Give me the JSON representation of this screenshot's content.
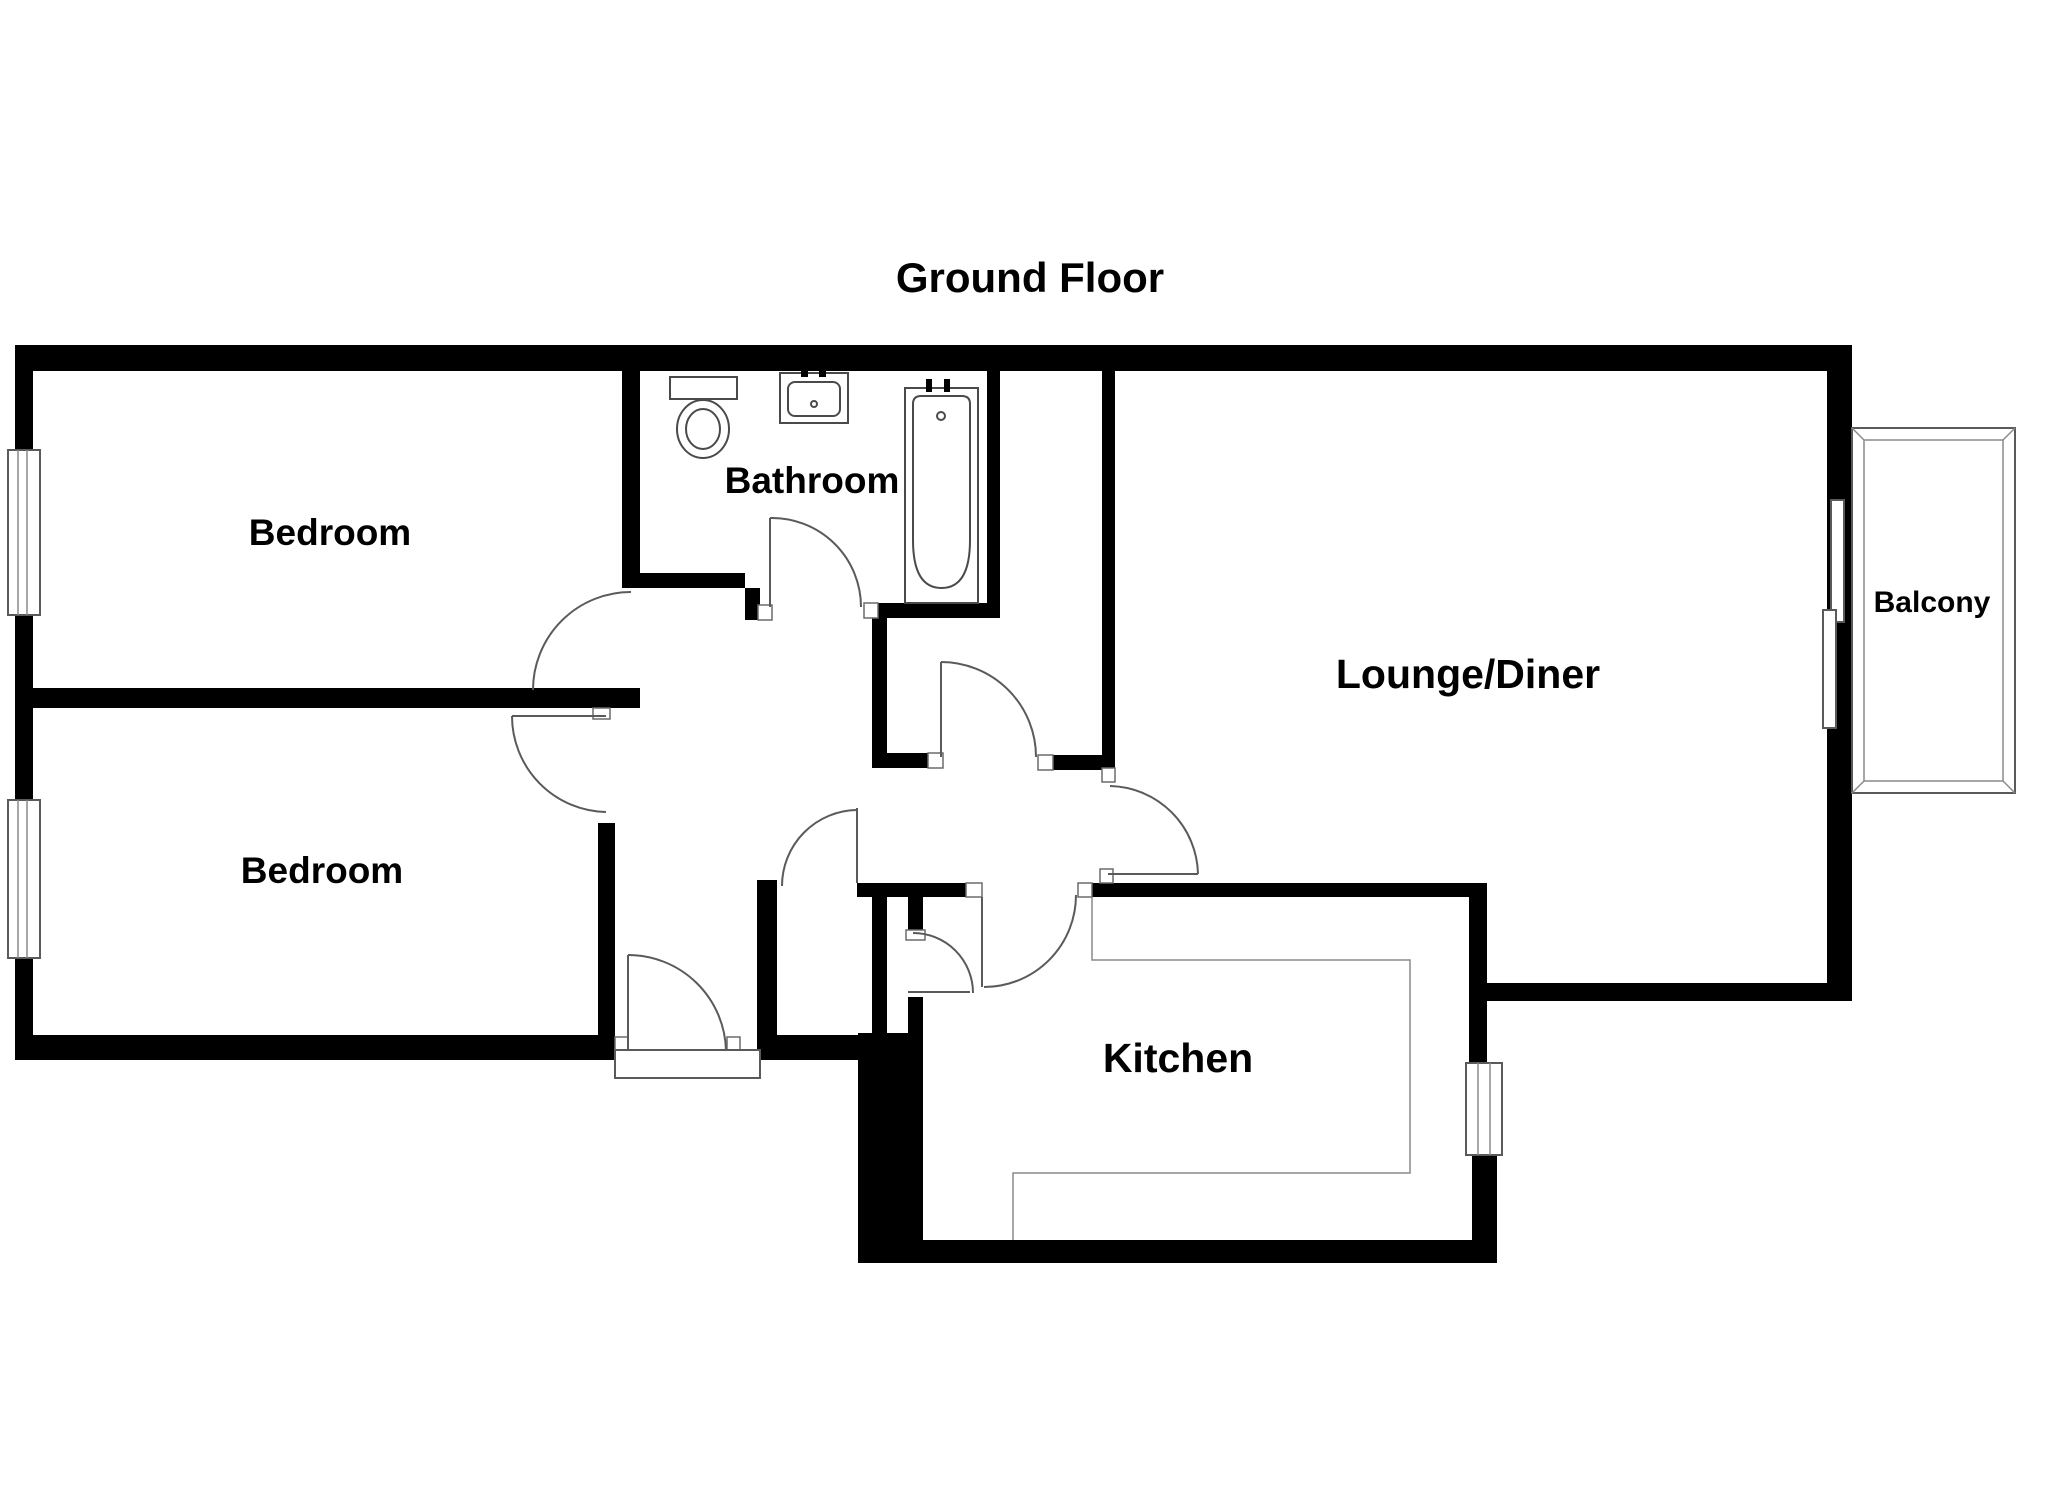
{
  "title": "Ground Floor",
  "floorplan": {
    "rooms": [
      {
        "id": "bedroom-1",
        "label": "Bedroom"
      },
      {
        "id": "bedroom-2",
        "label": "Bedroom"
      },
      {
        "id": "bathroom",
        "label": "Bathroom"
      },
      {
        "id": "lounge-diner",
        "label": "Lounge/Diner"
      },
      {
        "id": "kitchen",
        "label": "Kitchen"
      },
      {
        "id": "balcony",
        "label": "Balcony"
      }
    ],
    "fixtures": [
      "toilet-icon",
      "sink-icon",
      "bathtub-icon",
      "kitchen-counter",
      "entrance-door",
      "sliding-patio-door",
      "window-symbol"
    ],
    "colors": {
      "wall": "#000000",
      "background": "#ffffff",
      "line": "#5a5a5a",
      "text": "#000000"
    }
  }
}
